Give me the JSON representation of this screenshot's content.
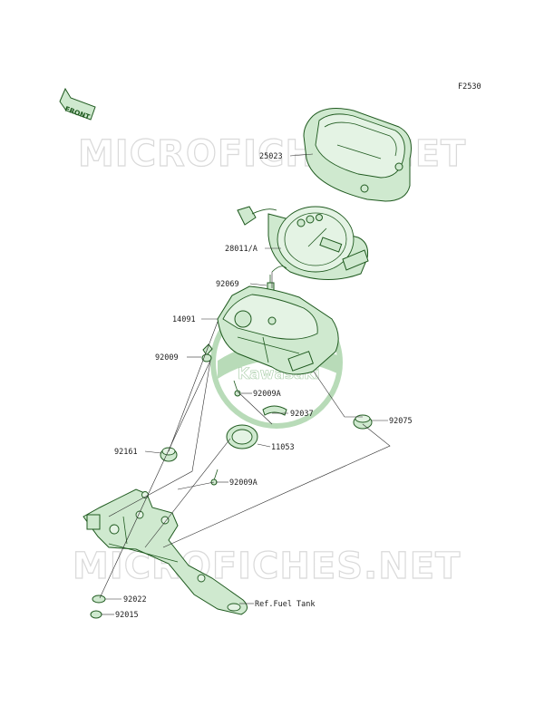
{
  "figure_code": "F2530",
  "front_label": "FRONT",
  "watermark": {
    "top": "MICROFICHES.NET",
    "bottom": "MICROFICHES.NET",
    "center_logo": "Kawasaki"
  },
  "part_numbers": {
    "p25023": "25023",
    "p28011": "28011/A",
    "p92069": "92069",
    "p14091": "14091",
    "p92009": "92009",
    "p92009a_1": "92009A",
    "p92037": "92037",
    "p92075": "92075",
    "p11053": "11053",
    "p92161": "92161",
    "p92009a_2": "92009A",
    "p92022": "92022",
    "p92015": "92015",
    "ref_fuel_tank": "Ref.Fuel Tank"
  },
  "colors": {
    "part_fill": "#cfe9cf",
    "part_stroke": "#1f5a1f",
    "watermark": "#d9d9d9",
    "logo": "#7fbf7f"
  }
}
